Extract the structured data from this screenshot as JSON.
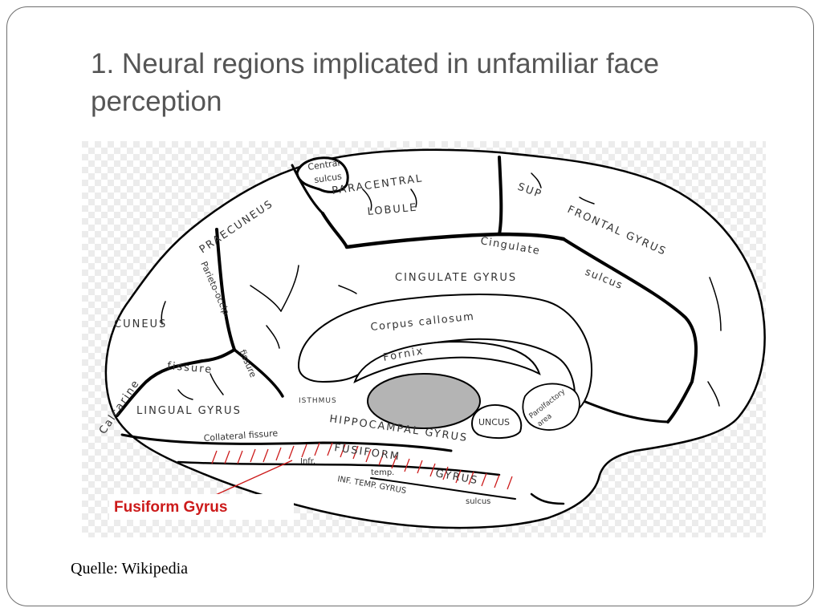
{
  "slide": {
    "title": "1. Neural regions implicated in unfamiliar face perception",
    "source": "Quelle: Wikipedia"
  },
  "colors": {
    "title_text": "#555555",
    "highlight_red": "#cc1a1a",
    "ventricle_gray": "#b4b4b4",
    "outline": "#000000"
  },
  "diagram": {
    "highlight_label": "Fusiform Gyrus",
    "labels": {
      "central_sulcus_1": "Central",
      "central_sulcus_2": "sulcus",
      "paracentral": "PARACENTRAL",
      "lobule": "LOBULE",
      "sup": "SUP",
      "frontal_gyrus": "FRONTAL GYRUS",
      "praecuneus": "PRAECUNEUS",
      "parieto_occip": "Parieto-occip.",
      "fissure_vertical": "fissure",
      "cingulate_sulcus_1": "Cingulate",
      "cingulate_sulcus_2": "sulcus",
      "cingulate_gyrus": "CINGULATE GYRUS",
      "cuneus": "CUNEUS",
      "corpus_callosum": "Corpus callosum",
      "fornix": "Fornix",
      "calcarine": "Calcarine",
      "calcarine_fissure": "fissure",
      "isthmus": "ISTHMUS",
      "lingual_gyrus": "LINGUAL GYRUS",
      "hippocampal_gyrus": "HIPPOCAMPAL GYRUS",
      "uncus": "UNCUS",
      "parolfactory_1": "Parolfactory",
      "parolfactory_2": "area",
      "collateral_fissure": "Collateral fissure",
      "fusiform": "FUSIFORM",
      "gyrus": "GYRUS",
      "infr": "Infr.",
      "temp": "temp.",
      "inf_temp_gyrus": "INF. TEMP. GYRUS",
      "sulcus": "sulcus"
    }
  }
}
